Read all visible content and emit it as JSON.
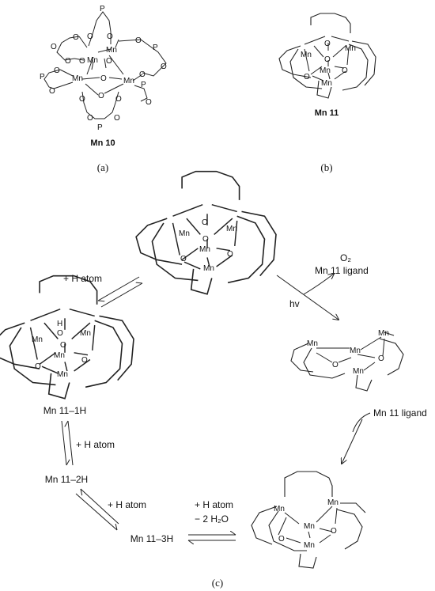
{
  "panel_a": {
    "compound_label": "Mn 10",
    "caption": "(a)",
    "atoms": {
      "mn": "Mn",
      "o": "O",
      "p": "P"
    }
  },
  "panel_b": {
    "compound_label": "Mn 11",
    "caption": "(b)"
  },
  "panel_c": {
    "caption": "(c)",
    "species": {
      "s1h": "Mn 11–1H",
      "s2h": "Mn 11–2H",
      "s3h": "Mn 11–3H"
    },
    "reagents": {
      "h_atom_1": "+ H atom",
      "h_atom_2": "+ H atom",
      "h_atom_3": "+ H atom",
      "h_atom_4": "+ H atom",
      "minus_water": "− 2 H₂O",
      "o2": "O₂",
      "mn11_ligand_out": "Mn 11 ligand",
      "hv": "hv",
      "mn11_ligand_in": "Mn 11 ligand"
    },
    "atoms": {
      "mn": "Mn",
      "o": "O",
      "h": "H"
    }
  }
}
